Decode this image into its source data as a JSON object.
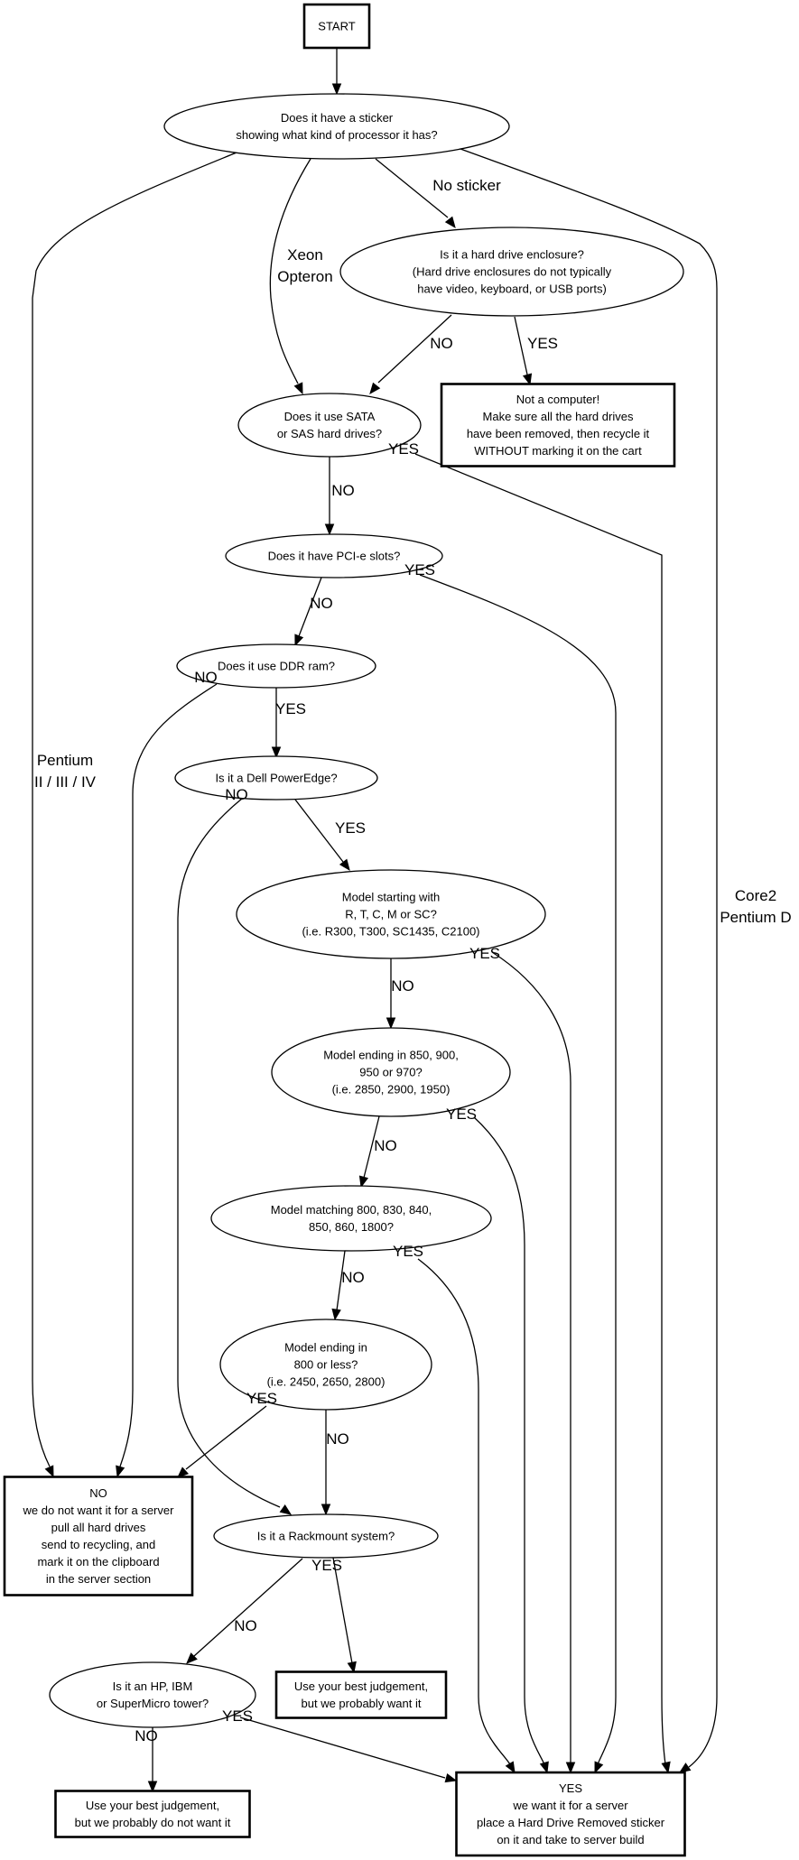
{
  "title": "Server eligibility flowchart",
  "colors": {
    "stroke": "#000000",
    "background": "#ffffff"
  },
  "nodes": {
    "start": {
      "shape": "box",
      "lines": [
        "START"
      ]
    },
    "sticker": {
      "shape": "ellipse",
      "lines": [
        "Does it have a sticker",
        "showing what kind of processor it has?"
      ]
    },
    "enclosure": {
      "shape": "ellipse",
      "lines": [
        "Is it a hard drive enclosure?",
        "(Hard drive enclosures do not typically",
        "have video, keyboard, or USB ports)"
      ]
    },
    "not_computer": {
      "shape": "box",
      "lines": [
        "Not a computer!",
        "Make sure all the hard drives",
        "have been removed, then recycle it",
        "WITHOUT marking it on the cart"
      ]
    },
    "sata": {
      "shape": "ellipse",
      "lines": [
        "Does it use SATA",
        "or SAS hard drives?"
      ]
    },
    "pcie": {
      "shape": "ellipse",
      "lines": [
        "Does it have PCI-e slots?"
      ]
    },
    "ddr": {
      "shape": "ellipse",
      "lines": [
        "Does it use DDR ram?"
      ]
    },
    "dell": {
      "shape": "ellipse",
      "lines": [
        "Is it a Dell PowerEdge?"
      ]
    },
    "model_start": {
      "shape": "ellipse",
      "lines": [
        "Model starting with",
        "R, T, C, M or SC?",
        "(i.e. R300, T300, SC1435, C2100)"
      ]
    },
    "model_850": {
      "shape": "ellipse",
      "lines": [
        "Model ending in 850, 900,",
        "950 or 970?",
        "(i.e. 2850, 2900, 1950)"
      ]
    },
    "model_800": {
      "shape": "ellipse",
      "lines": [
        "Model matching 800, 830, 840,",
        "850, 860, 1800?"
      ]
    },
    "model_less": {
      "shape": "ellipse",
      "lines": [
        "Model ending in",
        "800 or less?",
        "(i.e. 2450, 2650, 2800)"
      ]
    },
    "no_server": {
      "shape": "box",
      "lines": [
        "NO",
        "we do not want it for a server",
        "pull all hard drives",
        "send to recycling, and",
        "mark it on the clipboard",
        "in the server section"
      ]
    },
    "rackmount": {
      "shape": "ellipse",
      "lines": [
        "Is it a Rackmount system?"
      ]
    },
    "best_want": {
      "shape": "box",
      "lines": [
        "Use your best judgement,",
        "but we probably want it"
      ]
    },
    "hp_ibm": {
      "shape": "ellipse",
      "lines": [
        "Is it an HP, IBM",
        "or SuperMicro tower?"
      ]
    },
    "best_not_want": {
      "shape": "box",
      "lines": [
        "Use your best judgement,",
        "but we probably do not want it"
      ]
    },
    "yes_server": {
      "shape": "box",
      "lines": [
        "YES",
        "we want it for a server",
        "place a Hard Drive Removed sticker",
        "on it and take to server build"
      ]
    }
  },
  "edges": [
    {
      "id": "start-sticker",
      "from": "start",
      "to": "sticker",
      "label": ""
    },
    {
      "id": "sticker-pentium",
      "from": "sticker",
      "to": "no_server",
      "label": [
        "Pentium",
        "II / III / IV"
      ]
    },
    {
      "id": "sticker-xeon",
      "from": "sticker",
      "to": "sata",
      "label": [
        "Xeon",
        "Opteron"
      ]
    },
    {
      "id": "sticker-nosticker",
      "from": "sticker",
      "to": "enclosure",
      "label": [
        "No sticker"
      ]
    },
    {
      "id": "sticker-core2",
      "from": "sticker",
      "to": "yes_server",
      "label": [
        "Core2",
        "Pentium D"
      ]
    },
    {
      "id": "enclosure-no",
      "from": "enclosure",
      "to": "sata",
      "label": [
        "NO"
      ]
    },
    {
      "id": "enclosure-yes",
      "from": "enclosure",
      "to": "not_computer",
      "label": [
        "YES"
      ]
    },
    {
      "id": "sata-no",
      "from": "sata",
      "to": "pcie",
      "label": [
        "NO"
      ]
    },
    {
      "id": "sata-yes",
      "from": "sata",
      "to": "yes_server",
      "label": [
        "YES"
      ]
    },
    {
      "id": "pcie-no",
      "from": "pcie",
      "to": "ddr",
      "label": [
        "NO"
      ]
    },
    {
      "id": "pcie-yes",
      "from": "pcie",
      "to": "yes_server",
      "label": [
        "YES"
      ]
    },
    {
      "id": "ddr-no",
      "from": "ddr",
      "to": "no_server",
      "label": [
        "NO"
      ]
    },
    {
      "id": "ddr-yes",
      "from": "ddr",
      "to": "dell",
      "label": [
        "YES"
      ]
    },
    {
      "id": "dell-no",
      "from": "dell",
      "to": "rackmount",
      "label": [
        "NO"
      ]
    },
    {
      "id": "dell-yes",
      "from": "dell",
      "to": "model_start",
      "label": [
        "YES"
      ]
    },
    {
      "id": "model_start-no",
      "from": "model_start",
      "to": "model_850",
      "label": [
        "NO"
      ]
    },
    {
      "id": "model_start-yes",
      "from": "model_start",
      "to": "yes_server",
      "label": [
        "YES"
      ]
    },
    {
      "id": "model_850-no",
      "from": "model_850",
      "to": "model_800",
      "label": [
        "NO"
      ]
    },
    {
      "id": "model_850-yes",
      "from": "model_850",
      "to": "yes_server",
      "label": [
        "YES"
      ]
    },
    {
      "id": "model_800-no",
      "from": "model_800",
      "to": "model_less",
      "label": [
        "NO"
      ]
    },
    {
      "id": "model_800-yes",
      "from": "model_800",
      "to": "yes_server",
      "label": [
        "YES"
      ]
    },
    {
      "id": "model_less-yes",
      "from": "model_less",
      "to": "no_server",
      "label": [
        "YES"
      ]
    },
    {
      "id": "model_less-no",
      "from": "model_less",
      "to": "rackmount",
      "label": [
        "NO"
      ]
    },
    {
      "id": "rackmount-no",
      "from": "rackmount",
      "to": "hp_ibm",
      "label": [
        "NO"
      ]
    },
    {
      "id": "rackmount-yes",
      "from": "rackmount",
      "to": "best_want",
      "label": [
        "YES"
      ]
    },
    {
      "id": "hp_ibm-no",
      "from": "hp_ibm",
      "to": "best_not_want",
      "label": [
        "NO"
      ]
    },
    {
      "id": "hp_ibm-yes",
      "from": "hp_ibm",
      "to": "yes_server",
      "label": [
        "YES"
      ]
    }
  ]
}
